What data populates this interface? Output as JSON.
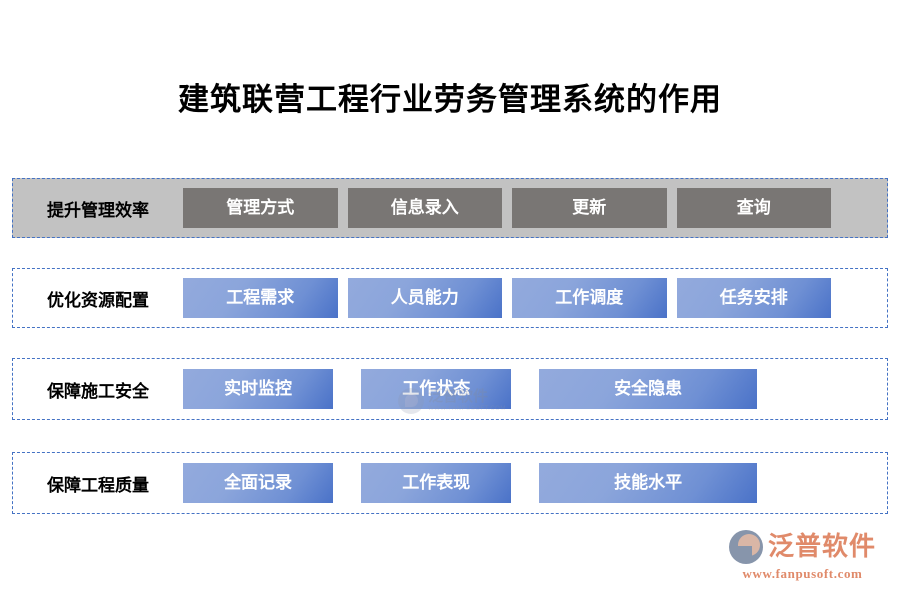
{
  "title": "建筑联营工程行业劳务管理系统的作用",
  "colors": {
    "dashed_border": "#4472c4",
    "row1_fill": "#c2c2c2",
    "gray_box": "#797674",
    "blue_box_light": "#93aadd",
    "blue_box_dark": "#4a72c8",
    "logo_accent": "#e08a6a",
    "page_background": "#ffffff"
  },
  "rows": [
    {
      "label": "提升管理效率",
      "style": "gray",
      "items": [
        {
          "label": "管理方式"
        },
        {
          "label": "信息录入"
        },
        {
          "label": "更新"
        },
        {
          "label": "查询"
        }
      ]
    },
    {
      "label": "优化资源配置",
      "style": "blue",
      "items": [
        {
          "label": "工程需求"
        },
        {
          "label": "人员能力"
        },
        {
          "label": "工作调度"
        },
        {
          "label": "任务安排"
        }
      ]
    },
    {
      "label": "保障施工安全",
      "style": "blue",
      "items": [
        {
          "label": "实时监控"
        },
        {
          "label": "工作状态"
        },
        {
          "label": "安全隐患"
        }
      ]
    },
    {
      "label": "保障工程质量",
      "style": "blue",
      "items": [
        {
          "label": "全面记录"
        },
        {
          "label": "工作表现"
        },
        {
          "label": "技能水平"
        }
      ]
    }
  ],
  "watermark": {
    "name": "泛普软件",
    "url": "WWW.FANPUSOFT.COM"
  },
  "logo": {
    "name": "泛普软件",
    "url": "www.fanpusoft.com"
  }
}
